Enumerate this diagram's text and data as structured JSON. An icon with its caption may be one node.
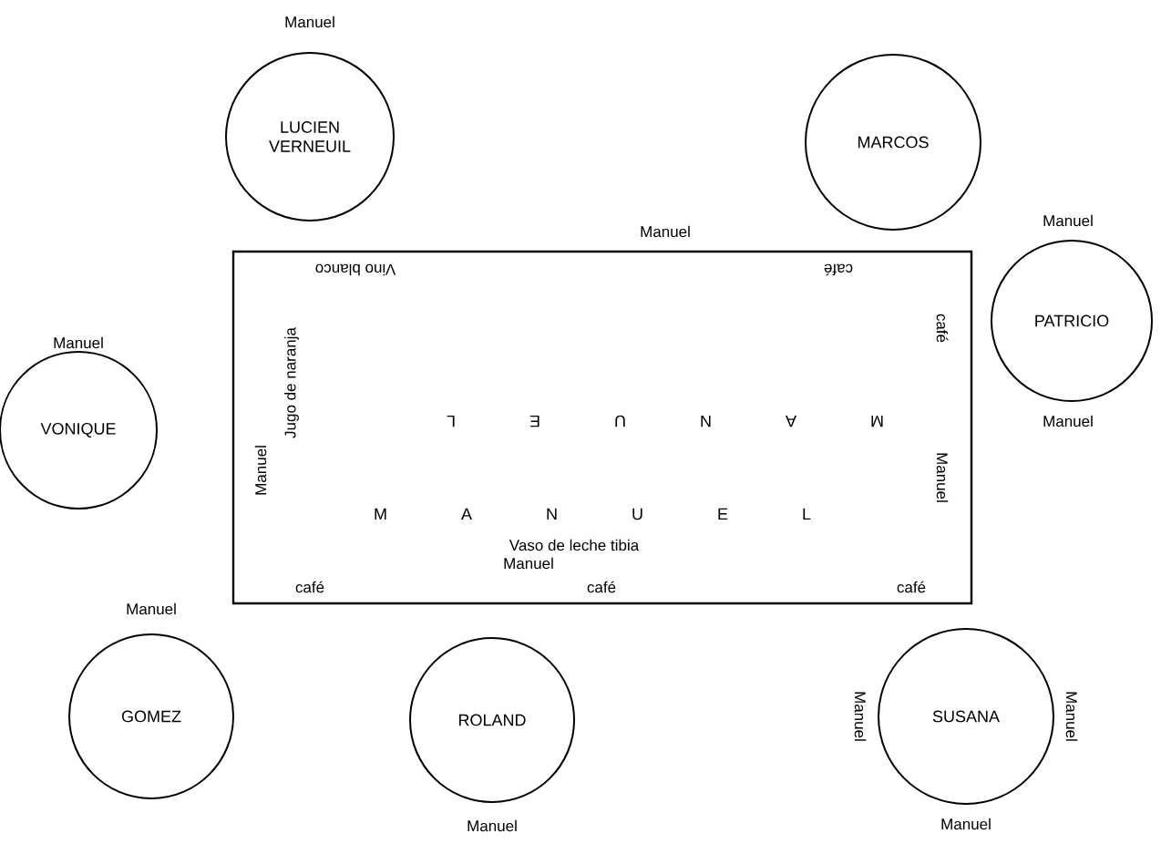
{
  "diagram": {
    "nodes": [
      {
        "text": [
          "Vino blanco",
          "café",
          "café",
          "Jugo de naranja",
          "Manuel",
          "MANUEL",
          "Manuel",
          "MANUEL",
          "Vaso de leche tibia",
          "Manuel",
          "café",
          "café",
          "café"
        ],
        "beside": [
          "Manuel"
        ]
      },
      {
        "text": [
          "LUCIEN VERNEUIL"
        ],
        "beside": [
          "Manuel"
        ]
      },
      {
        "text": [
          "MARCOS"
        ]
      },
      {
        "text": [
          "PATRICIO"
        ],
        "beside": [
          "Manuel",
          "Manuel"
        ]
      },
      {
        "text": [
          "VONIQUE"
        ],
        "beside": [
          "Manuel"
        ]
      },
      {
        "text": [
          "GOMEZ"
        ],
        "beside": [
          "Manuel"
        ]
      },
      {
        "text": [
          "ROLAND"
        ],
        "beside": [
          "Manuel"
        ]
      },
      {
        "text": [
          "SUSANA"
        ],
        "beside": [
          "Manuel",
          "Manuel",
          "Manuel"
        ]
      }
    ]
  }
}
